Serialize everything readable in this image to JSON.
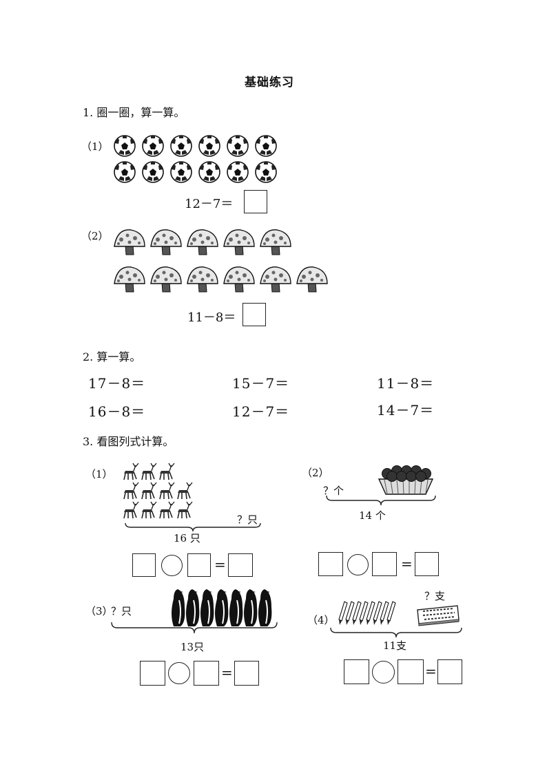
{
  "title": "基础练习",
  "q1": {
    "heading": "1. 圈一圈，算一算。",
    "p1": {
      "label": "（1）",
      "item_icon": "soccer-ball-icon",
      "count": 12,
      "equation": "12－7＝"
    },
    "p2": {
      "label": "（2）",
      "item_icon": "mushroom-icon",
      "count": 11,
      "equation": "11－8＝"
    }
  },
  "q2": {
    "heading": "2. 算一算。",
    "problems": [
      "17－8＝",
      "15－7＝",
      "11－8＝",
      "16－8＝",
      "12－7＝",
      "14－7＝"
    ]
  },
  "q3": {
    "heading": "3. 看图列式计算。",
    "p1": {
      "label": "（1）",
      "item_icon": "deer-icon",
      "unknown": "？只",
      "total": "16 只"
    },
    "p2": {
      "label": "（2）",
      "item_icon": "apple-basket-icon",
      "unknown": "？个",
      "total": "14 个"
    },
    "p3": {
      "label": "（3）",
      "item_icon": "penguin-icon",
      "unknown": "？只",
      "total": "13只"
    },
    "p4": {
      "label": "（4）",
      "item_icon": "pencil-icon",
      "unknown": "？支",
      "total": "11支"
    },
    "equals_sign": "="
  }
}
